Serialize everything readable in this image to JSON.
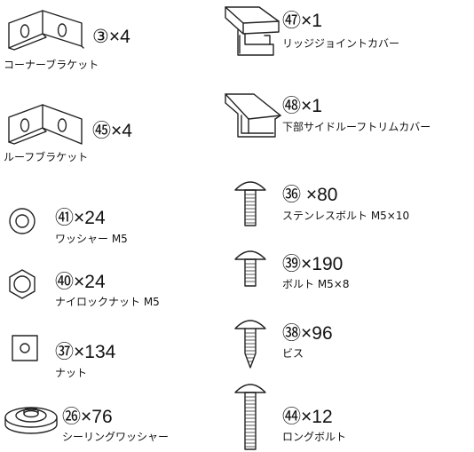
{
  "parts": {
    "corner_bracket": {
      "number": "③",
      "quantity": "×4",
      "name": "コーナーブラケット"
    },
    "roof_bracket": {
      "number": "㊺",
      "quantity": "×4",
      "name": "ルーフブラケット"
    },
    "washer": {
      "number": "㊶",
      "quantity": "×24",
      "name": "ワッシャー M5"
    },
    "nylon_nut": {
      "number": "㊵",
      "quantity": "×24",
      "name": "ナイロックナット M5"
    },
    "nut": {
      "number": "㊲",
      "quantity": "×134",
      "name": "ナット"
    },
    "sealing_washer": {
      "number": "㉖",
      "quantity": "×76",
      "name": "シーリングワッシャー"
    },
    "ridge_joint_cover": {
      "number": "㊼",
      "quantity": "×1",
      "name": "リッジジョイントカバー"
    },
    "lower_side_roof_trim_cover": {
      "number": "㊽",
      "quantity": "×1",
      "name": "下部サイドルーフトリムカバー"
    },
    "stainless_bolt": {
      "number": "㊱",
      "quantity": " ×80",
      "name": "ステンレスボルト M5×10"
    },
    "bolt": {
      "number": "㊴",
      "quantity": "×190",
      "name": "ボルト M5×8"
    },
    "screw": {
      "number": "㊳",
      "quantity": "×96",
      "name": "ビス"
    },
    "long_bolt": {
      "number": "㊹",
      "quantity": "×12",
      "name": "ロングボルト"
    }
  }
}
